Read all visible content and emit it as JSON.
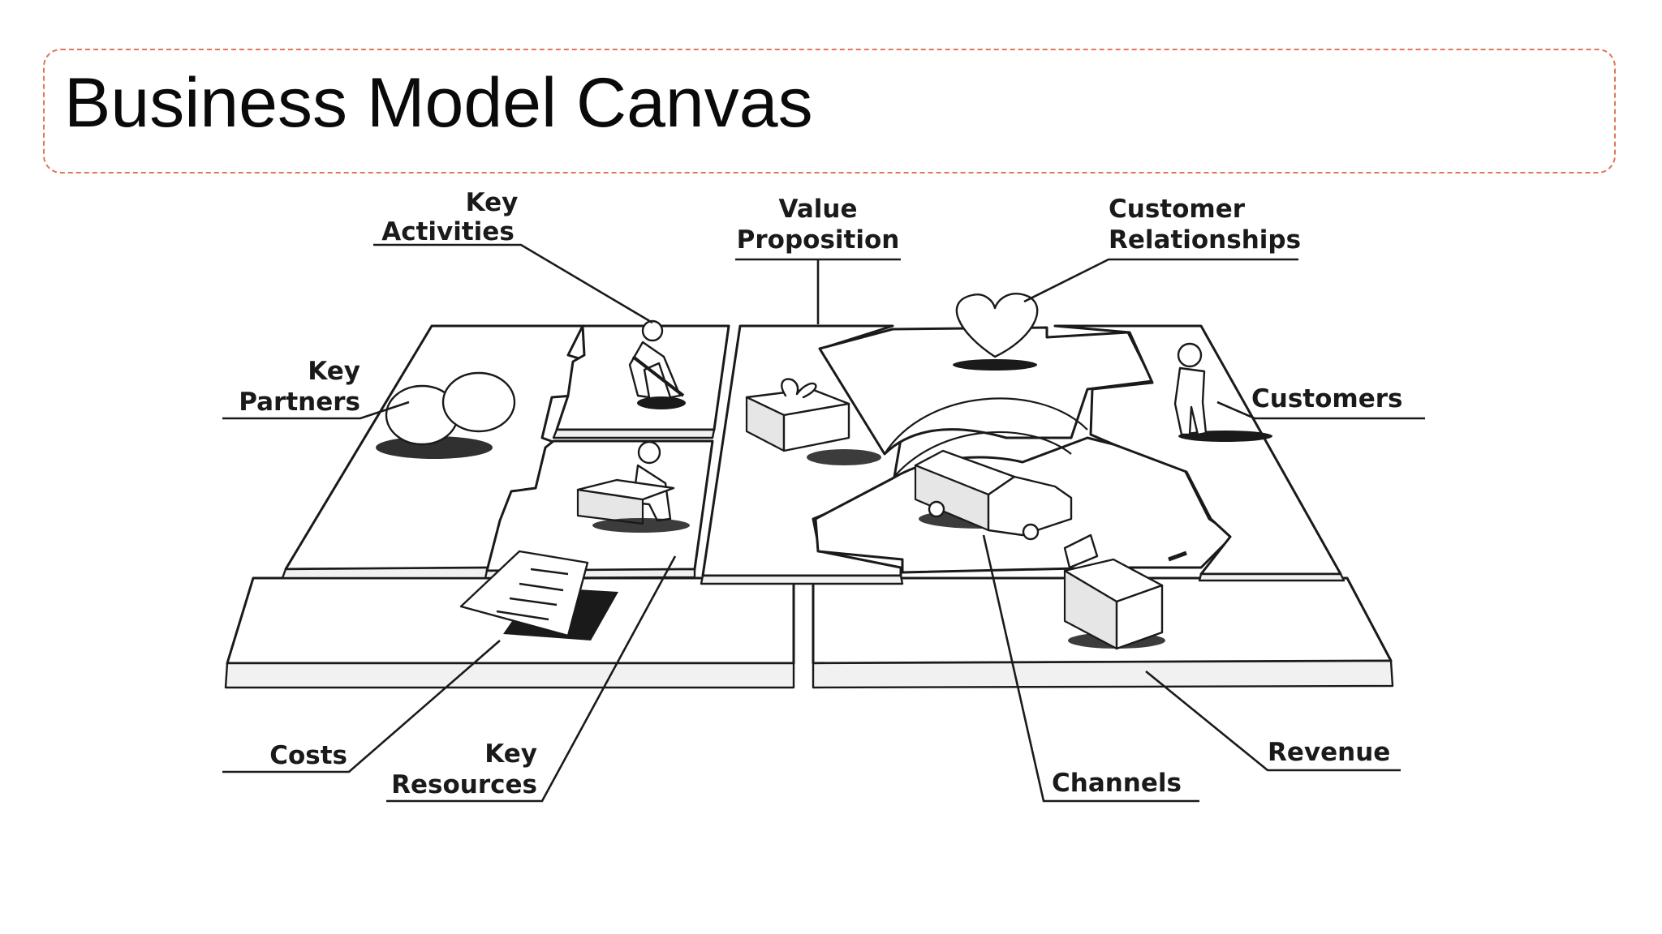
{
  "title": "Business Model Canvas",
  "blocks": {
    "key_partners": [
      "Key",
      "Partners"
    ],
    "key_activities": [
      "Key",
      "Activities"
    ],
    "value_proposition": [
      "Value",
      "Proposition"
    ],
    "customer_relationships": [
      "Customer",
      "Relationships"
    ],
    "customers": "Customers",
    "costs": "Costs",
    "key_resources": [
      "Key",
      "Resources"
    ],
    "channels": "Channels",
    "revenue": "Revenue"
  },
  "icons": {
    "key_partners": "interlocked-rings-icon",
    "key_activities": "digging-person-icon",
    "key_resources": "person-at-machine-icon",
    "value_proposition": "gift-box-icon",
    "customer_relationships": "heart-icon",
    "customers": "standing-person-icon",
    "channels": "delivery-truck-icon",
    "revenue": "cash-register-icon",
    "costs": "invoice-paper-icon"
  },
  "colors": {
    "title_border": "#e0775a",
    "ink": "#1a1a1a"
  }
}
